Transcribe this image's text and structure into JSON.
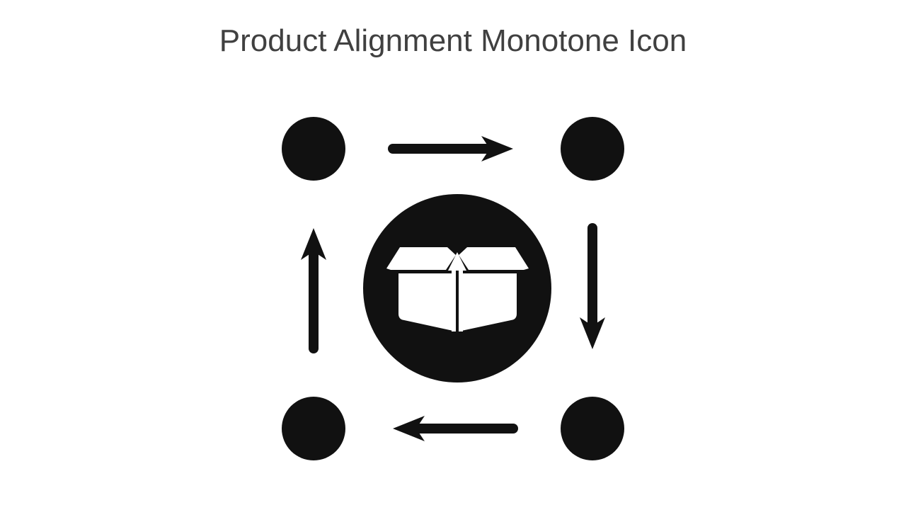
{
  "slide": {
    "title": "Product Alignment Monotone Icon"
  },
  "icon": {
    "name": "product-alignment-icon",
    "fill_color": "#111111",
    "background_color": "#ffffff",
    "parts": [
      "corner-dot",
      "cycle-arrow",
      "center-circle",
      "box-icon"
    ]
  }
}
